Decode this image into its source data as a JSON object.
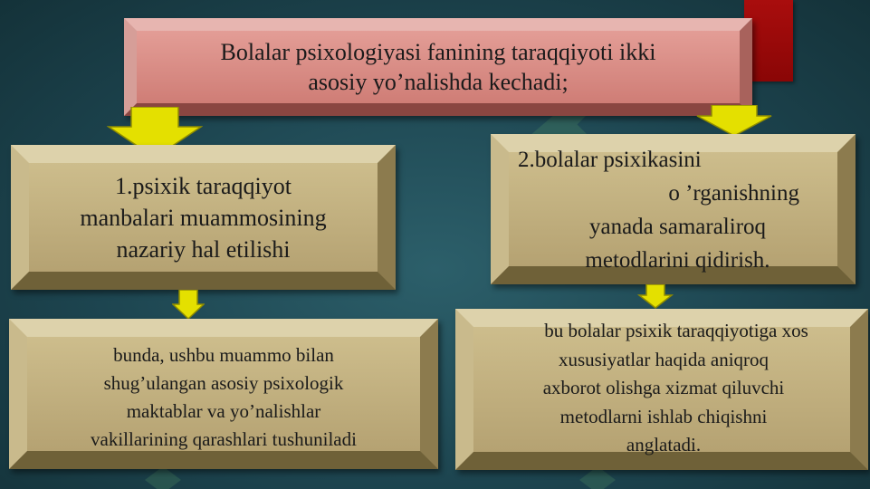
{
  "title": {
    "line1": "Bolalar psixologiyasi fanining taraqqiyoti ikki",
    "line2": "asosiy yo’nalishda kechadi;"
  },
  "left_top": {
    "line1": "1.psixik taraqqiyot",
    "line2": "manbalari muammosining",
    "line3": "nazariy hal etilishi"
  },
  "right_top": {
    "line1": "2.bolalar psixikasini",
    "line2": "o ’rganishning",
    "line3": "yanada samaraliroq",
    "line4": "metodlarini qidirish."
  },
  "left_bottom": {
    "line1": "bunda, ushbu muammo bilan",
    "line2": "shug’ulangan asosiy psixologik",
    "line3": "maktablar va yo’nalishlar",
    "line4": "vakillarining qarashlari tushuniladi"
  },
  "right_bottom": {
    "line1": "bu bolalar psixik taraqqiyotiga xos",
    "line2": "xususiyatlar haqida aniqroq",
    "line3": "axborot olishga xizmat qiluvchi",
    "line4": "metodlarni ishlab chiqishni",
    "line5": "anglatadi."
  },
  "colors": {
    "background": "#1d4550",
    "title_box": "#d98c85",
    "content_box": "#c2b082",
    "arrow": "#e4e000",
    "accent_red": "#a90d0d"
  }
}
